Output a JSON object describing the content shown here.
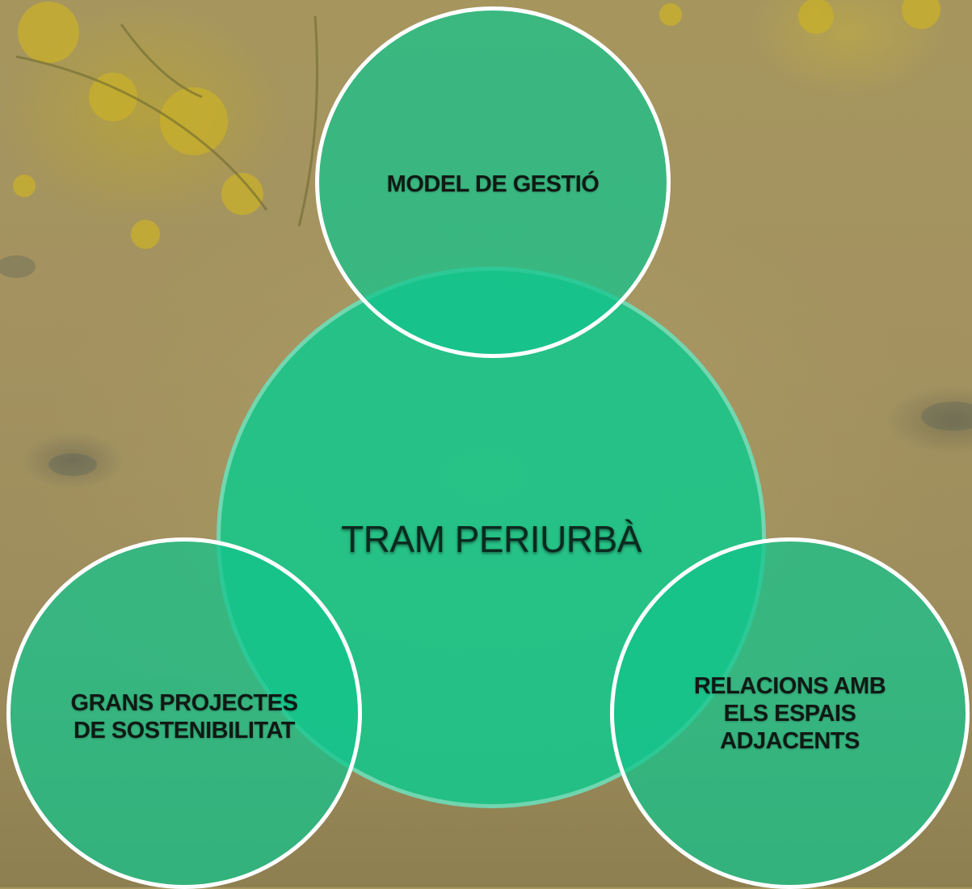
{
  "diagram": {
    "center": {
      "label": "TRAM PERIURBÀ"
    },
    "top": {
      "label": "MODEL DE GESTIÓ"
    },
    "left": {
      "label": "GRANS PROJECTES\nDE SOSTENIBILITAT"
    },
    "right": {
      "label": "RELACIONS AMB\nELS ESPAIS\nADJACENTS"
    }
  },
  "colors": {
    "circle_fill": "#14C38C",
    "circle_border": "#FFFFFF",
    "text": "#0F1A14",
    "background": "#A3925F"
  }
}
